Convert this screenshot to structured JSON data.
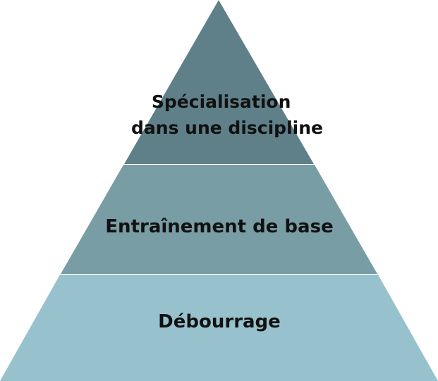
{
  "pyramid": {
    "tiers": [
      {
        "label_lines": [
          "Spécialisation",
          "dans une discipline"
        ],
        "color": "#5f8088"
      },
      {
        "label": "Entraînement de base",
        "color": "#799da5"
      },
      {
        "label": "Débourrage",
        "color": "#97c2cd"
      }
    ],
    "divider_color": "#ffffff"
  }
}
